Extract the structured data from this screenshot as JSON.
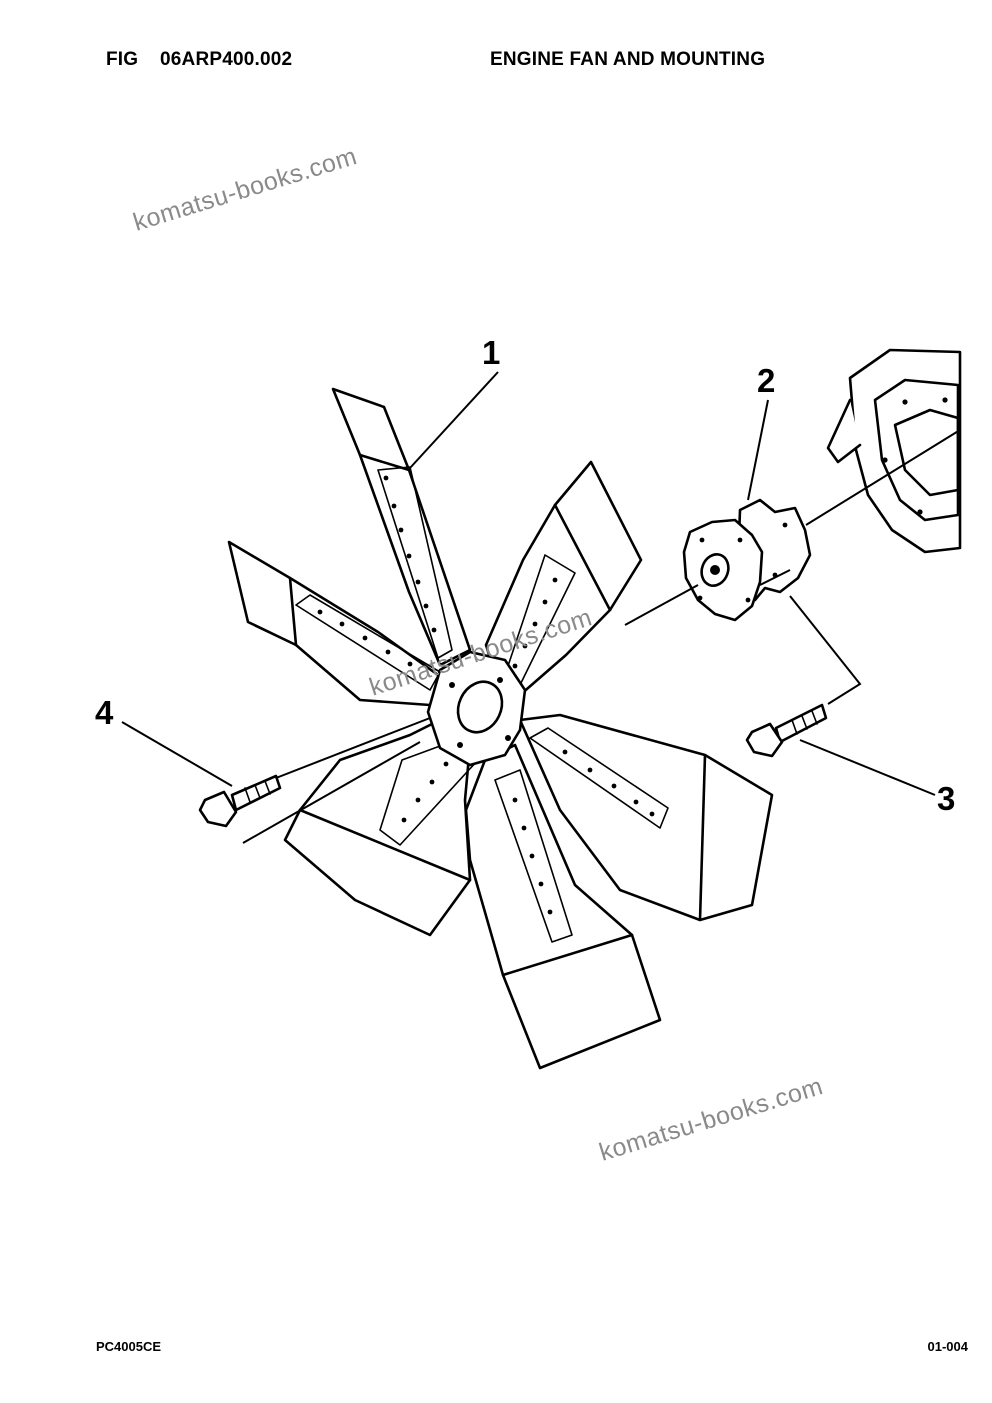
{
  "header": {
    "fig_label": "FIG",
    "fig_number": "06ARP400.002",
    "title": "ENGINE FAN AND MOUNTING"
  },
  "watermark": {
    "text": "komatsu-books.com",
    "color": "#8a8a8a"
  },
  "callouts": [
    "1",
    "2",
    "3",
    "4"
  ],
  "footer": {
    "model": "PC4005CE",
    "page": "01-004"
  }
}
